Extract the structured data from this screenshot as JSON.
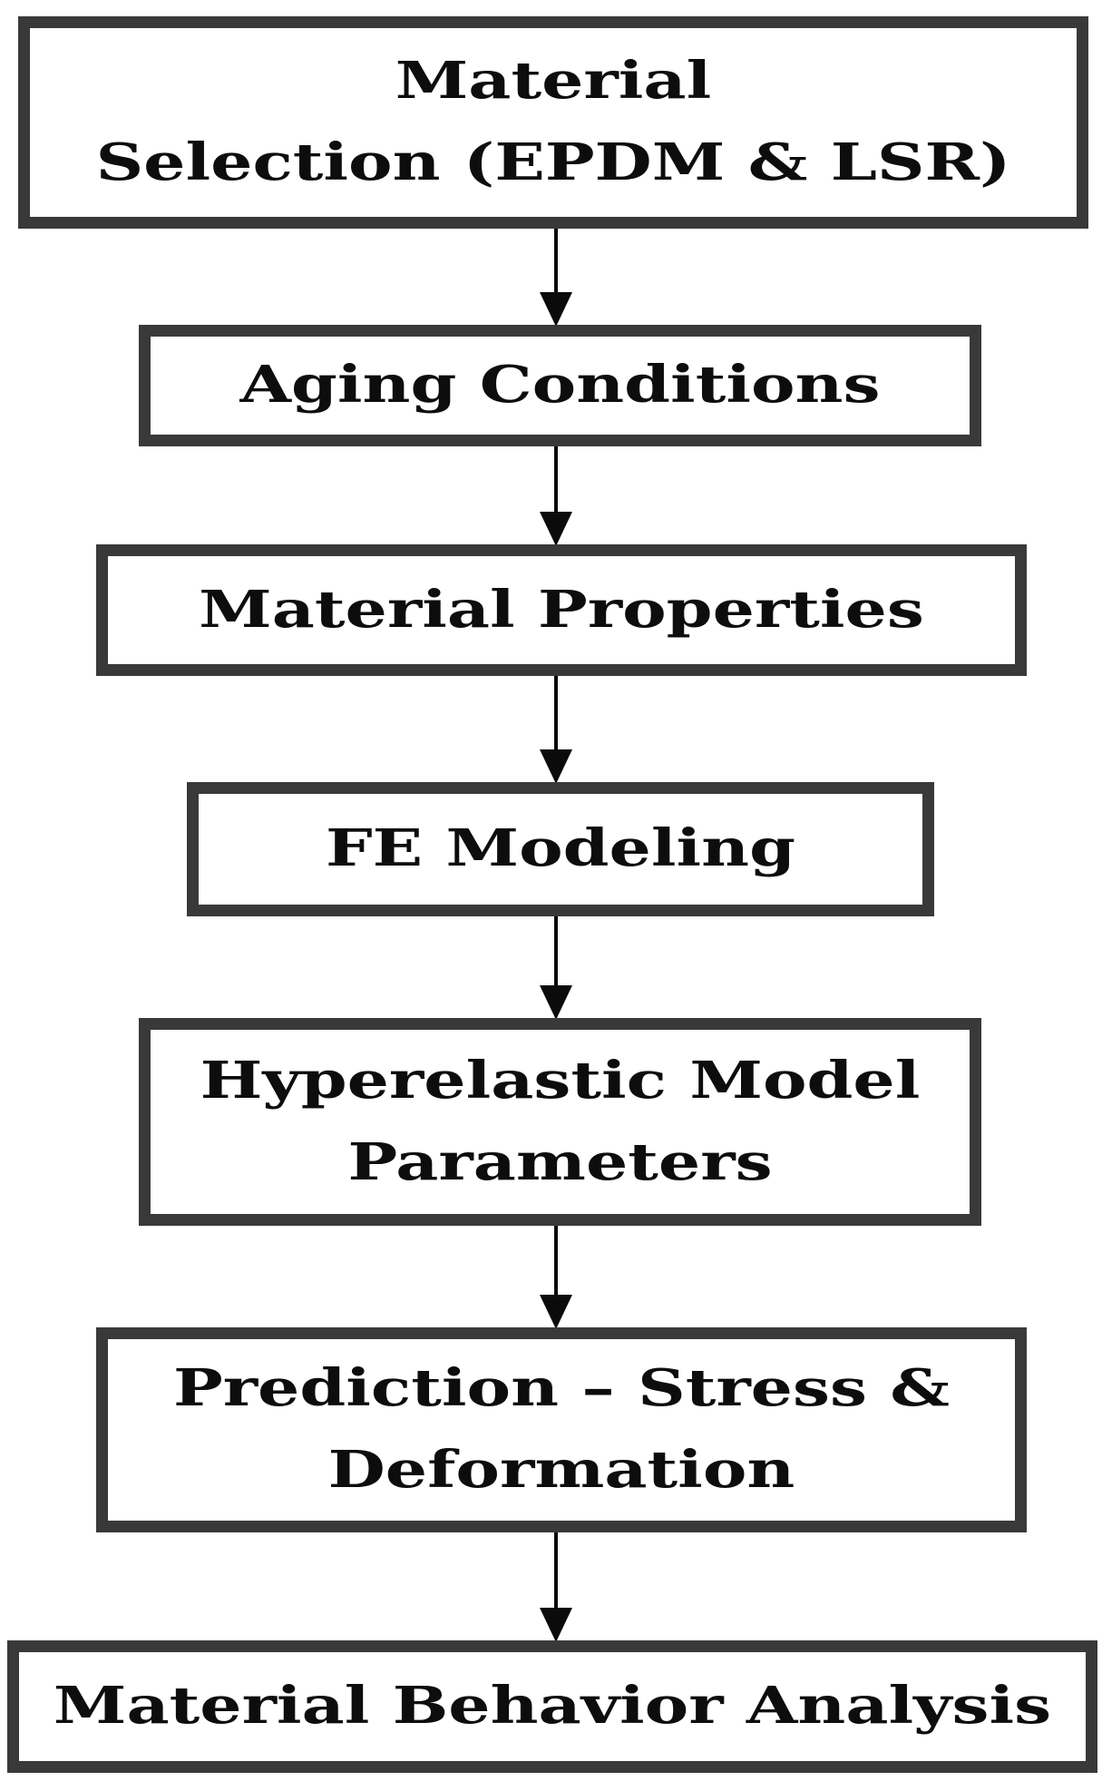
{
  "theme": {
    "background": "#ffffff",
    "box_fill": "#ffffff",
    "box_border": "#393939",
    "text_color": "#0d0d0d",
    "arrow_color": "#0b0b0b"
  },
  "flowchart": {
    "type": "vertical-flow-diagram",
    "nodes": [
      {
        "id": "material-selection",
        "label": "Material\nSelection (EPDM & LSR)"
      },
      {
        "id": "aging-conditions",
        "label": "Aging Conditions"
      },
      {
        "id": "material-properties",
        "label": "Material Properties"
      },
      {
        "id": "fe-modeling",
        "label": "FE Modeling"
      },
      {
        "id": "hyperelastic-model-parameters",
        "label": "Hyperelastic Model\nParameters"
      },
      {
        "id": "prediction-stress-deformation",
        "label": "Prediction – Stress &\nDeformation"
      },
      {
        "id": "material-behavior-analysis",
        "label": "Material Behavior Analysis"
      }
    ],
    "connections": [
      {
        "from": "material-selection",
        "to": "aging-conditions"
      },
      {
        "from": "aging-conditions",
        "to": "material-properties"
      },
      {
        "from": "material-properties",
        "to": "fe-modeling"
      },
      {
        "from": "fe-modeling",
        "to": "hyperelastic-model-parameters"
      },
      {
        "from": "hyperelastic-model-parameters",
        "to": "prediction-stress-deformation"
      },
      {
        "from": "prediction-stress-deformation",
        "to": "material-behavior-analysis"
      }
    ]
  }
}
